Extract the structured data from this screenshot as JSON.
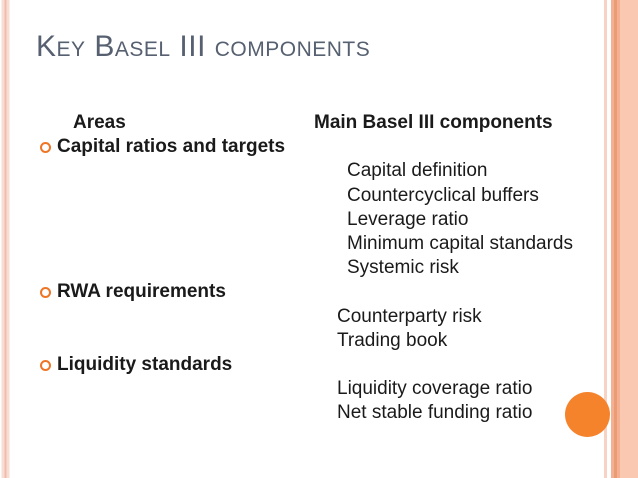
{
  "slide": {
    "title": "Key Basel III components",
    "table": {
      "left_header": "Areas",
      "right_header": "Main Basel III components",
      "rows": [
        {
          "left": {
            "text": "Areas",
            "style": "header"
          },
          "right": {
            "text": "Main Basel III components",
            "style": "header"
          }
        },
        {
          "left": {
            "text": "Capital ratios and targets",
            "style": "bullet"
          },
          "right": null
        },
        {
          "left": null,
          "right": {
            "text": "Capital definition",
            "style": "sub2"
          }
        },
        {
          "left": null,
          "right": {
            "text": "Countercyclical buffers",
            "style": "sub2"
          }
        },
        {
          "left": null,
          "right": {
            "text": "Leverage ratio",
            "style": "sub2"
          }
        },
        {
          "left": null,
          "right": {
            "text": "Minimum capital standards",
            "style": "sub2"
          }
        },
        {
          "left": null,
          "right": {
            "text": "Systemic risk",
            "style": "sub2"
          }
        },
        {
          "left": {
            "text": "RWA requirements",
            "style": "bullet"
          },
          "right": null
        },
        {
          "left": null,
          "right": {
            "text": "Counterparty risk",
            "style": "sub1"
          }
        },
        {
          "left": null,
          "right": {
            "text": "Trading book",
            "style": "sub1"
          }
        },
        {
          "left": {
            "text": "Liquidity standards",
            "style": "bullet"
          },
          "right": null
        },
        {
          "left": null,
          "right": {
            "text": "Liquidity coverage ratio",
            "style": "sub1"
          }
        },
        {
          "left": null,
          "right": {
            "text": "Net stable funding ratio",
            "style": "sub1"
          }
        }
      ]
    },
    "theme": {
      "title_color": "#566070",
      "text_color": "#1a1a1a",
      "bullet_color": "#EE7526",
      "circle_color": "#F5832C",
      "stripe_pink_light": "#F9DDD4",
      "stripe_pink_dark": "#F1BCAB",
      "stripe_salmon_pale": "#F8D3C3",
      "stripe_salmon_medium": "#F3B093",
      "stripe_salmon_dark": "#EA9C75",
      "stripe_salmon_band": "#FAC8B1"
    }
  }
}
